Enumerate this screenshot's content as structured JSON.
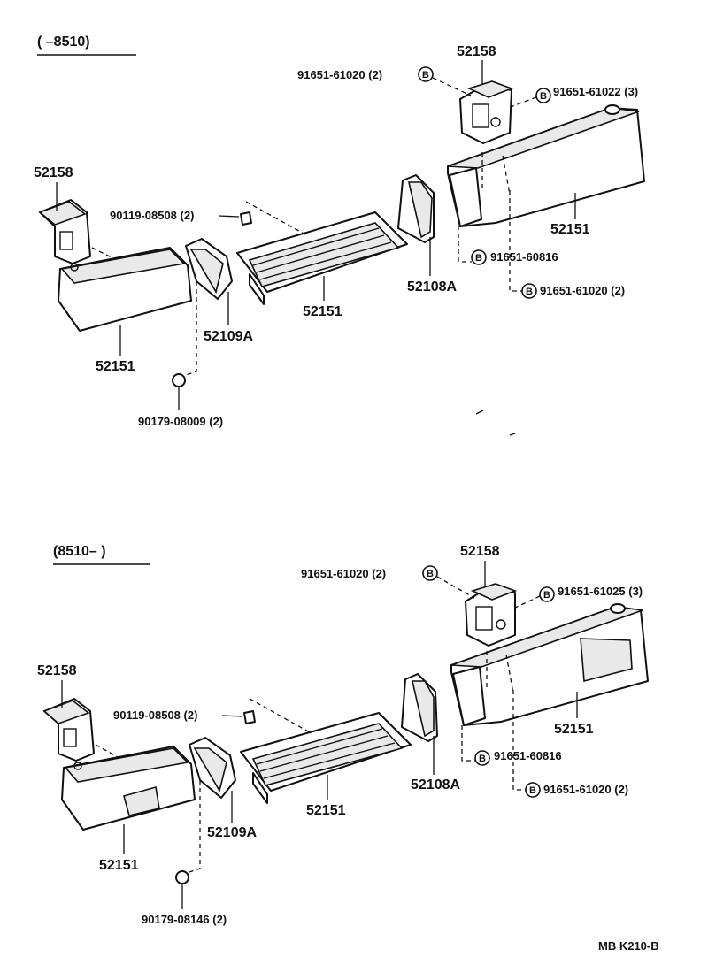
{
  "sections": [
    {
      "header": "(        –8510)",
      "labels": {
        "bracket_top": "52158",
        "bracket_left": "52158",
        "bolt_a": "91651-61020 (2)",
        "bolt_b": "91651-61022 (3)",
        "screw": "90119-08508 (2)",
        "bolt_c": "91651-60816",
        "bolt_d": "91651-61020 (2)",
        "bumper_right": "52151",
        "step_center": "52151",
        "bumper_left": "52151",
        "cover_right": "52108A",
        "cover_left": "52109A",
        "nut": "90179-08009 (2)"
      }
    },
    {
      "header": "(8510–        )",
      "labels": {
        "bracket_top": "52158",
        "bracket_left": "52158",
        "bolt_a": "91651-61020 (2)",
        "bolt_b": "91651-61025 (3)",
        "screw": "90119-08508 (2)",
        "bolt_c": "91651-60816",
        "bolt_d": "91651-61020 (2)",
        "bumper_right": "52151",
        "step_center": "52151",
        "bumper_left": "52151",
        "cover_right": "52108A",
        "cover_left": "52109A",
        "nut": "90179-08146 (2)"
      }
    }
  ],
  "bolt_marker": "B",
  "figure_code": "MB  K210-B"
}
